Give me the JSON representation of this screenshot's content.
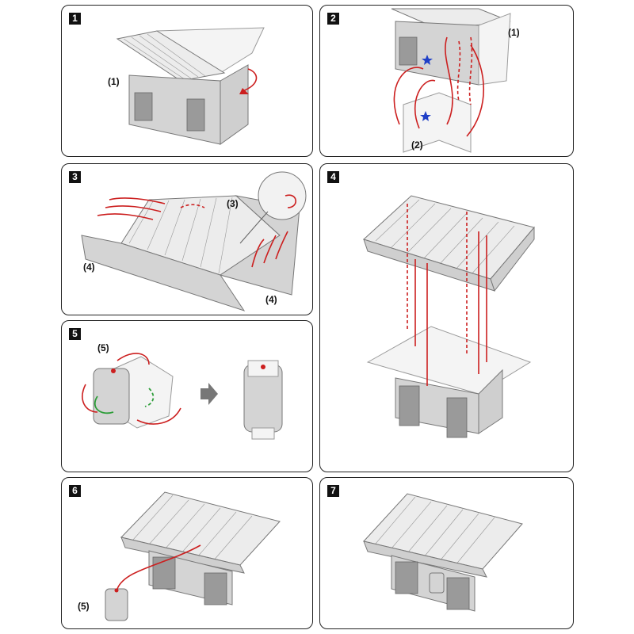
{
  "steps": [
    {
      "number": "1",
      "labels": [
        "(1)"
      ]
    },
    {
      "number": "2",
      "labels": [
        "(1)",
        "(2)"
      ]
    },
    {
      "number": "3",
      "labels": [
        "(3)",
        "(4)",
        "(4)"
      ]
    },
    {
      "number": "4",
      "labels": []
    },
    {
      "number": "5",
      "labels": [
        "(5)"
      ]
    },
    {
      "number": "6",
      "labels": [
        "(5)"
      ]
    },
    {
      "number": "7",
      "labels": []
    }
  ],
  "colors": {
    "border": "#222222",
    "badge": "#111111",
    "arrow_primary": "#cc1f1f",
    "arrow_secondary": "#2e9e3a",
    "star": "#1f3fc7",
    "model_light": "#ececec",
    "model_mid": "#d4d4d4",
    "model_dark": "#9a9a9a",
    "next_arrow": "#777777"
  },
  "icons": {
    "star": "star-icon",
    "next": "arrow-right-icon"
  }
}
